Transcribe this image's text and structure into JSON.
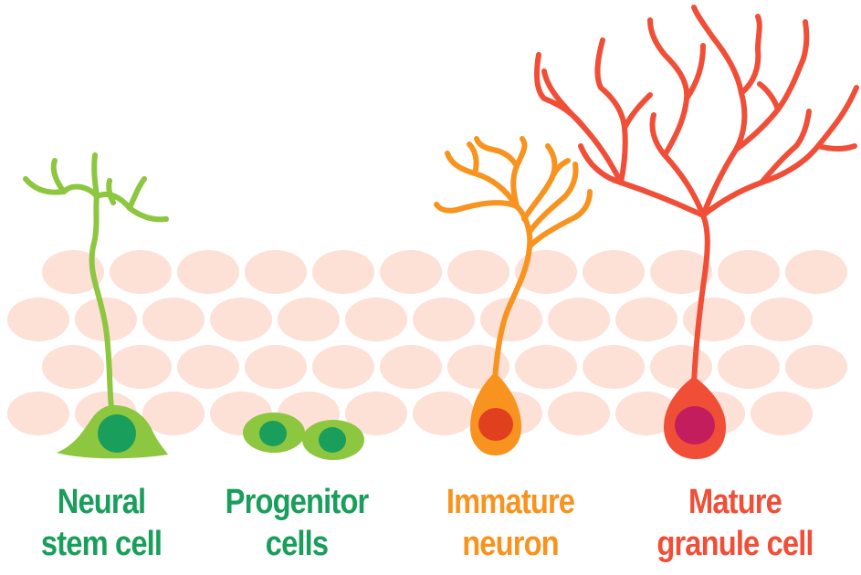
{
  "colors": {
    "tissue": "#fde0d6",
    "stem_branch": "#8dc63f",
    "stem_nucleus": "#1a9e5c",
    "progenitor_body": "#8dc63f",
    "progenitor_nucleus": "#1a9e5c",
    "immature": "#f7931e",
    "immature_nucleus": "#e0401e",
    "mature": "#f04e37",
    "mature_nucleus": "#c41d5e",
    "label_green": "#1a9e5c",
    "label_orange": "#f7931e",
    "label_red": "#f04e37"
  },
  "labels": {
    "stem_cell": {
      "line1": "Neural",
      "line2": "stem cell"
    },
    "progenitor": {
      "line1": "Progenitor",
      "line2": "cells"
    },
    "immature": {
      "line1": "Immature",
      "line2": "neuron"
    },
    "mature": {
      "line1": "Mature",
      "line2": "granule cell"
    }
  }
}
